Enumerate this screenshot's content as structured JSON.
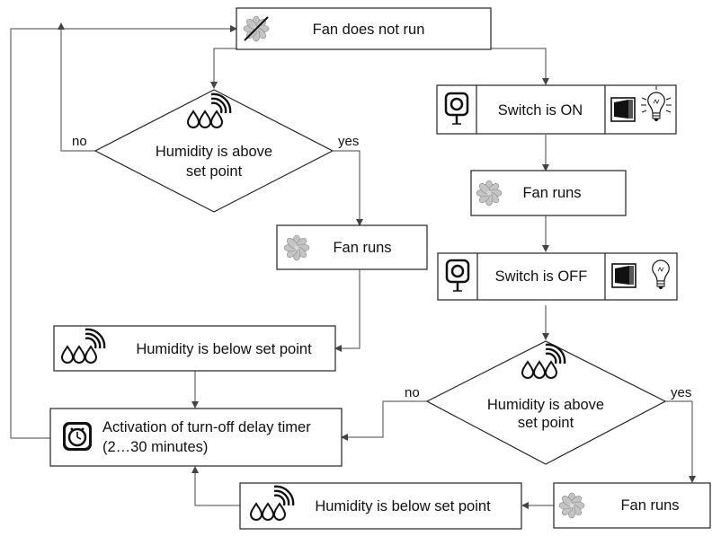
{
  "nodes": {
    "fan_not_run": "Fan does not run",
    "humidity_above_1_line1": "Humidity is above",
    "humidity_above_1_line2": "set point",
    "switch_on": "Switch is ON",
    "fan_runs_1": "Fan runs",
    "fan_runs_2": "Fan runs",
    "switch_off": "Switch is OFF",
    "humidity_below_1": "Humidity is below set point",
    "humidity_above_2_line1": "Humidity is above",
    "humidity_above_2_line2": "set point",
    "timer_line1": "Activation of turn-off delay timer",
    "timer_line2": "(2…30 minutes)",
    "humidity_below_2": "Humidity is below set point",
    "fan_runs_3": "Fan runs"
  },
  "edge_labels": {
    "no_1": "no",
    "yes_1": "yes",
    "no_2": "no",
    "yes_2": "yes"
  },
  "icons": [
    "fan-icon",
    "humidity-icon",
    "wall-switch-icon",
    "rocker-switch-icon",
    "light-bulb-icon",
    "timer-icon"
  ]
}
